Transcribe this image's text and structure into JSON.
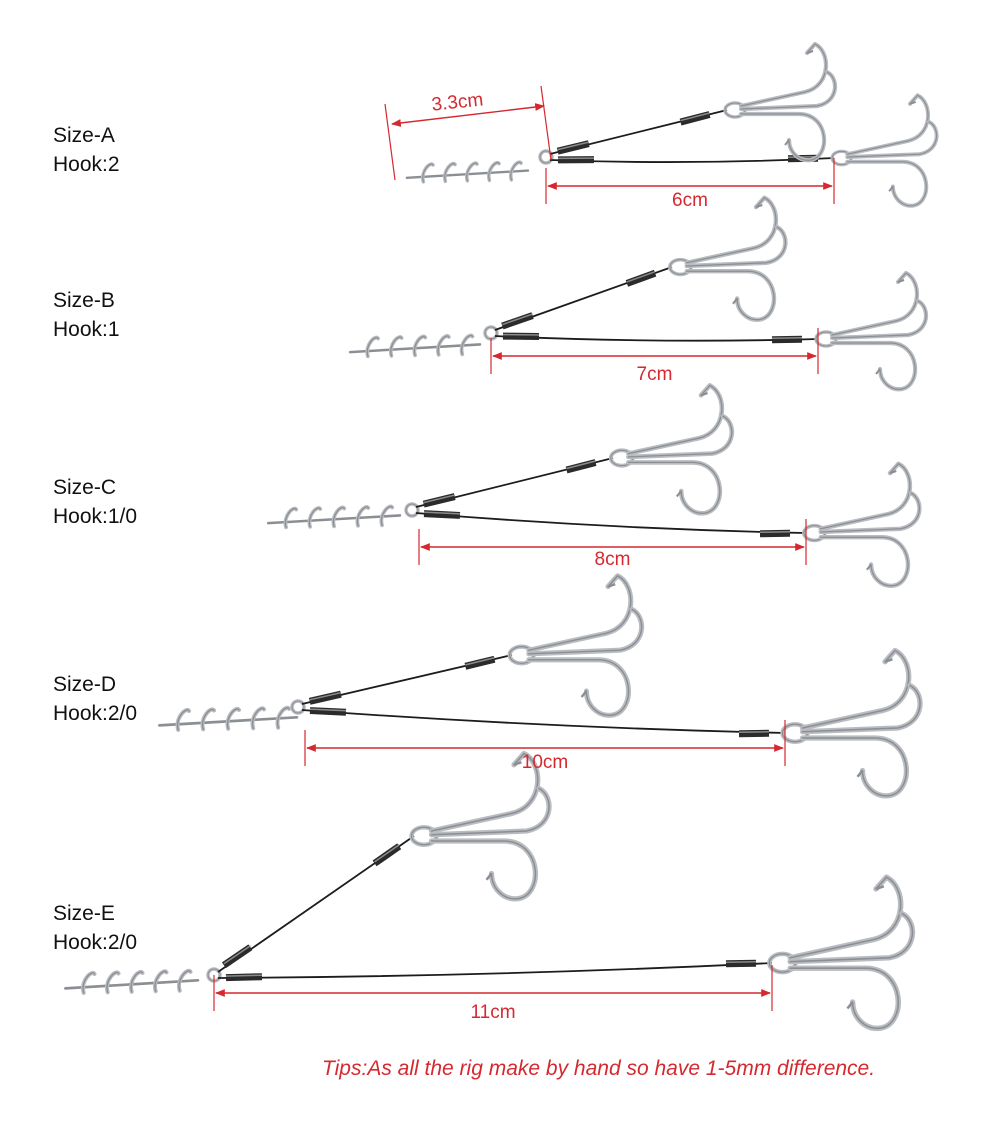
{
  "colors": {
    "accent": "#d6282f",
    "wire": "#1c1c1c",
    "hook": "#b9bcc0",
    "hook_dark": "#8b8f94",
    "text": "#111111"
  },
  "rigs": [
    {
      "size": "Size-A",
      "hook": "Hook:2",
      "length": "6cm",
      "eye_spacing": "3.3cm"
    },
    {
      "size": "Size-B",
      "hook": "Hook:1",
      "length": "7cm"
    },
    {
      "size": "Size-C",
      "hook": "Hook:1/0",
      "length": "8cm"
    },
    {
      "size": "Size-D",
      "hook": "Hook:2/0",
      "length": "10cm"
    },
    {
      "size": "Size-E",
      "hook": "Hook:2/0",
      "length": "11cm"
    }
  ],
  "tips": "Tips:As all the rig make by hand so have 1-5mm difference.",
  "icons": [
    "corkscrew-icon",
    "treble-hook-icon",
    "wire-crimp-icon"
  ]
}
